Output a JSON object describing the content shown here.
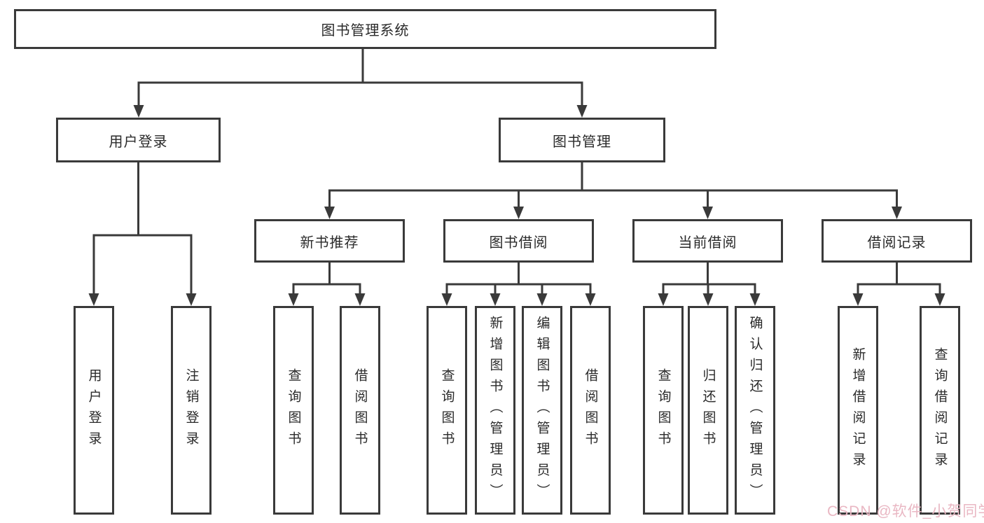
{
  "diagram": {
    "colors": {
      "line": "#3a3a3a",
      "text": "#2a2a2a",
      "background": "#ffffff",
      "watermark": "#e9b7c3"
    },
    "root": {
      "label": "图书管理系统"
    },
    "branches": [
      {
        "label": "用户登录",
        "children": [
          {
            "label": "用户登录"
          },
          {
            "label": "注销登录"
          }
        ]
      },
      {
        "label": "图书管理",
        "children": [
          {
            "label": "新书推荐",
            "children": [
              {
                "label": "查询图书"
              },
              {
                "label": "借阅图书"
              }
            ]
          },
          {
            "label": "图书借阅",
            "children": [
              {
                "label": "查询图书"
              },
              {
                "label": "新增图书（管理员）"
              },
              {
                "label": "编辑图书（管理员）"
              },
              {
                "label": "借阅图书"
              }
            ]
          },
          {
            "label": "当前借阅",
            "children": [
              {
                "label": "查询图书"
              },
              {
                "label": "归还图书"
              },
              {
                "label": "确认归还（管理员）"
              }
            ]
          },
          {
            "label": "借阅记录",
            "children": [
              {
                "label": "新增借阅记录"
              },
              {
                "label": "查询借阅记录"
              }
            ]
          }
        ]
      }
    ]
  },
  "watermark": {
    "text": "CSDN @软件_小贺同学"
  }
}
